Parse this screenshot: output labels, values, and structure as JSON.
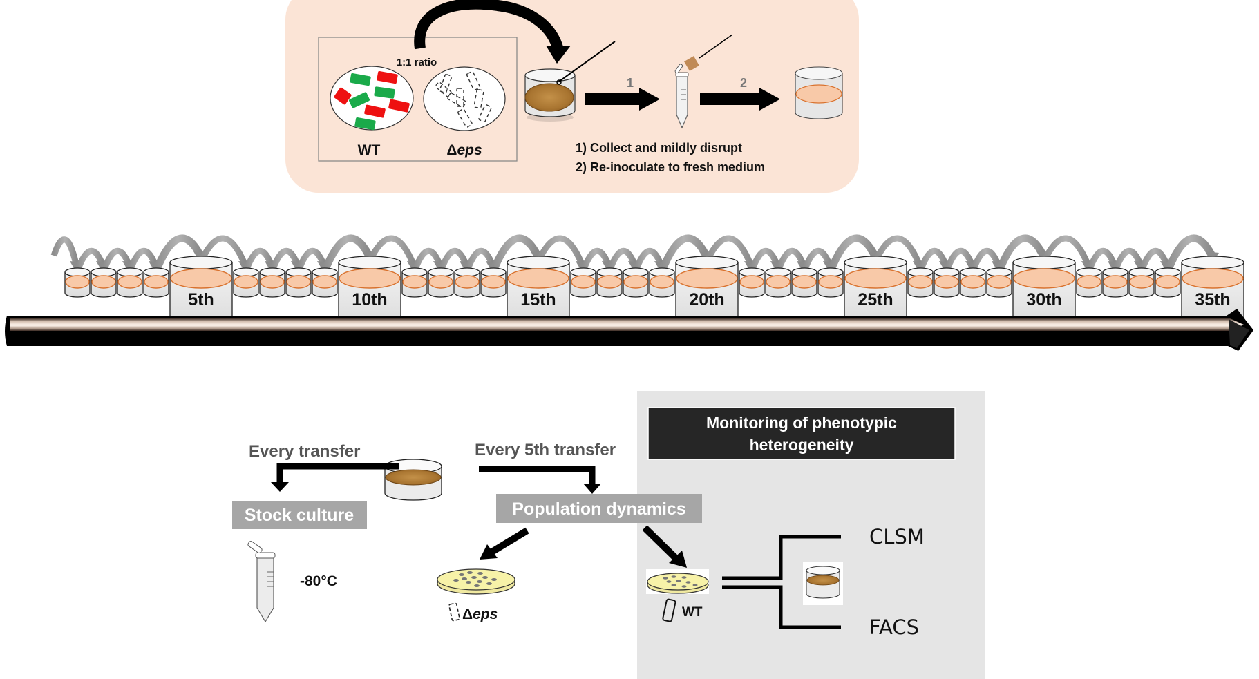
{
  "protocol_panel": {
    "ratio_label": "1:1 ratio",
    "strain_wt": "WT",
    "strain_eps_delta": "Δ",
    "strain_eps_name": "eps",
    "step_1_num": "1",
    "step_2_num": "2",
    "step_1_text": "1) Collect and mildly disrupt",
    "step_2_text": "2) Re-inoculate to fresh medium",
    "colors": {
      "panel_bg": "#fbe4d6",
      "wt_red": "#ee1111",
      "wt_green": "#1aaa4a",
      "medium": "#f8c9a8",
      "medium_edge": "#d9722e",
      "pellicle": "#b8823a"
    }
  },
  "timeline": {
    "total_transfers": 35,
    "milestone_every": 5,
    "milestones": [
      "5th",
      "10th",
      "15th",
      "20th",
      "25th",
      "30th",
      "35th"
    ]
  },
  "bottom_flow": {
    "every_transfer_label": "Every transfer",
    "every_5th_label": "Every 5th transfer",
    "stock_culture_label": "Stock culture",
    "freezer_temp": "-80°C",
    "population_dynamics_label": "Population dynamics",
    "plate_eps_delta": "Δ",
    "plate_eps_name": "eps",
    "plate_wt_label": "WT"
  },
  "monitoring_panel": {
    "title_line1": "Monitoring of phenotypic",
    "title_line2": "heterogeneity",
    "method_1": "CLSM",
    "method_2": "FACS"
  }
}
